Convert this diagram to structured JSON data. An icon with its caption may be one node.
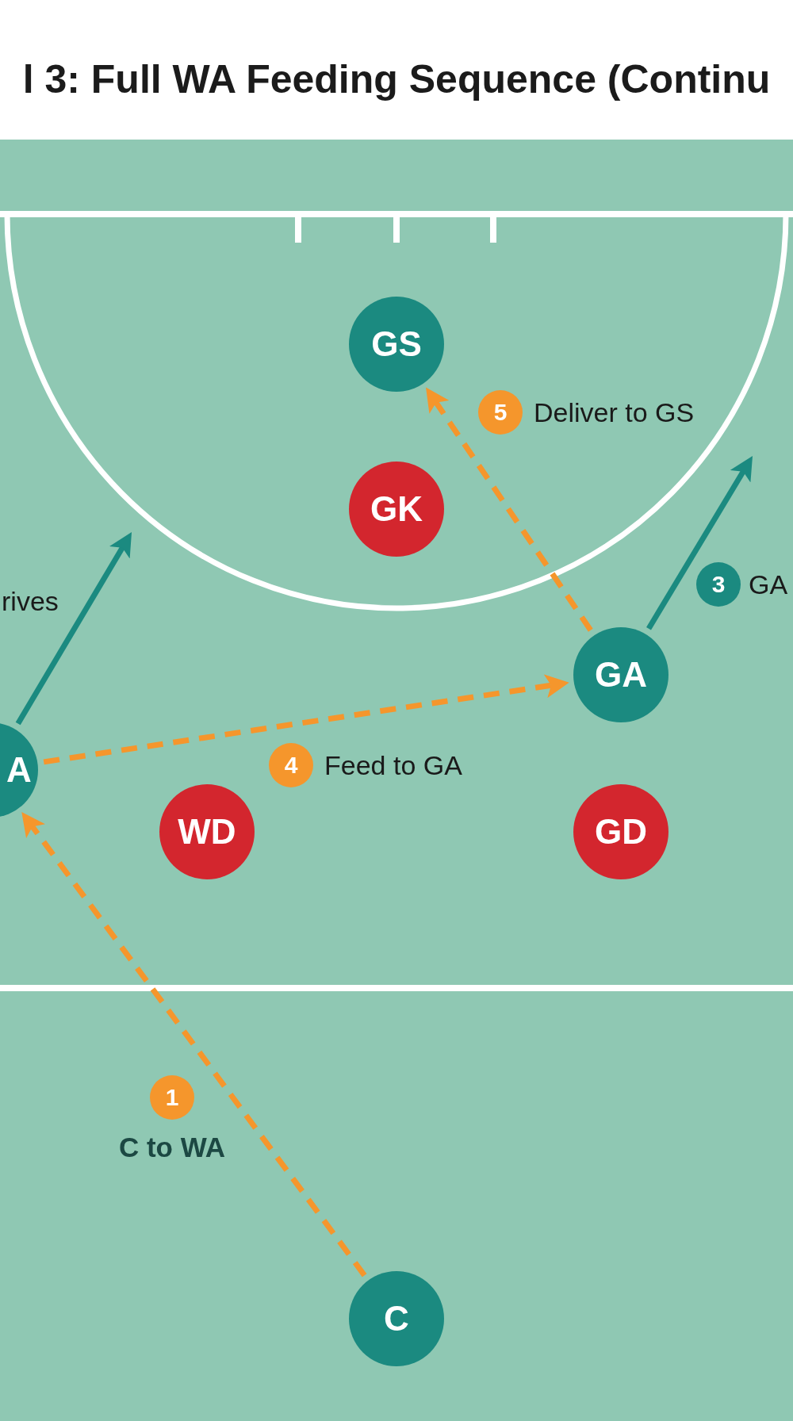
{
  "diagram": {
    "title": "l 3: Full WA Feeding Sequence (Continu",
    "nodes": [
      {
        "text": [
          "GS"
        ]
      },
      {
        "text": [
          "5"
        ],
        "beside": [
          "Deliver to GS"
        ]
      },
      {
        "text": [
          "GK"
        ]
      },
      {
        "text": [
          "3"
        ],
        "beside": [
          "GA"
        ]
      },
      {
        "text": [
          "GA"
        ]
      },
      {
        "text": [
          "A"
        ]
      },
      {
        "text": [
          "4"
        ],
        "beside": [
          "Feed to GA"
        ]
      },
      {
        "text": [
          "WD"
        ]
      },
      {
        "text": [
          "GD"
        ]
      },
      {
        "text": [
          "1"
        ],
        "beside": [
          "C to WA"
        ]
      },
      {
        "text": [
          "C"
        ]
      }
    ],
    "edges": [
      {
        "from": 10,
        "to": 5,
        "arrow": "to",
        "style": "dashed"
      },
      {
        "from": 5,
        "to": null,
        "arrow": "to",
        "color": "#1b8a80"
      },
      {
        "from": 4,
        "to": null,
        "arrow": "to",
        "color": "#1b8a80"
      },
      {
        "from": 5,
        "to": 4,
        "arrow": "to",
        "style": "dashed"
      },
      {
        "from": 4,
        "to": 0,
        "arrow": "to",
        "style": "dashed"
      }
    ],
    "labels": [
      "rives"
    ]
  }
}
